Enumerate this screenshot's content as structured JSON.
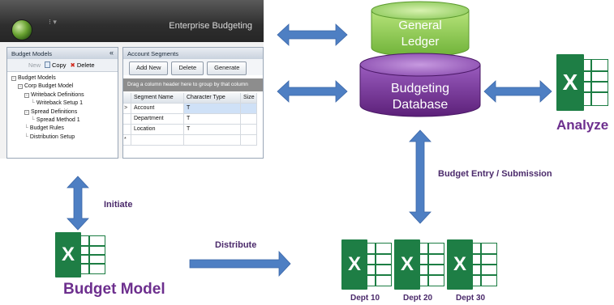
{
  "app": {
    "title": "Enterprise Budgeting",
    "nav": {
      "header": "Budget Models",
      "collapse": "«",
      "tools": {
        "new": "New",
        "copy": "Copy",
        "delete": "Delete"
      },
      "tree": [
        {
          "label": "Budget Models",
          "level": 0,
          "expander": "-"
        },
        {
          "label": "Corp Budget Model",
          "level": 1,
          "expander": "-"
        },
        {
          "label": "Writeback Definitions",
          "level": 2,
          "expander": "-"
        },
        {
          "label": "Writeback Setup 1",
          "level": 3,
          "expander": ""
        },
        {
          "label": "Spread Definitions",
          "level": 2,
          "expander": "-"
        },
        {
          "label": "Spread Method 1",
          "level": 3,
          "expander": ""
        },
        {
          "label": "Budget Rules",
          "level": 2,
          "expander": ""
        },
        {
          "label": "Distribution Setup",
          "level": 2,
          "expander": ""
        }
      ]
    },
    "segments": {
      "header": "Account Segments",
      "buttons": {
        "add": "Add New",
        "delete": "Delete",
        "generate": "Generate"
      },
      "group_hint": "Drag a column header here to group by that column",
      "columns": [
        "Segment Name",
        "Character Type",
        "Size"
      ],
      "rows": [
        {
          "marker": ">",
          "name": "Account",
          "type": "T",
          "size": ""
        },
        {
          "marker": "",
          "name": "Department",
          "type": "T",
          "size": ""
        },
        {
          "marker": "",
          "name": "Location",
          "type": "T",
          "size": ""
        },
        {
          "marker": "*",
          "name": "",
          "type": "",
          "size": ""
        }
      ]
    }
  },
  "diagram": {
    "general_ledger": {
      "line1": "General",
      "line2": "Ledger",
      "color": "#8fd14f"
    },
    "budgeting_db": {
      "line1": "Budgeting",
      "line2": "Database",
      "color": "#7e3fa0"
    },
    "analyze": "Analyze",
    "budget_model": "Budget Model",
    "initiate": "Initiate",
    "distribute": "Distribute",
    "budget_entry": "Budget Entry / Submission",
    "depts": [
      "Dept 10",
      "Dept 20",
      "Dept 30"
    ],
    "excel_badge": "X",
    "arrow_color": "#4e7fc3",
    "label_color": "#6d2f8e"
  }
}
